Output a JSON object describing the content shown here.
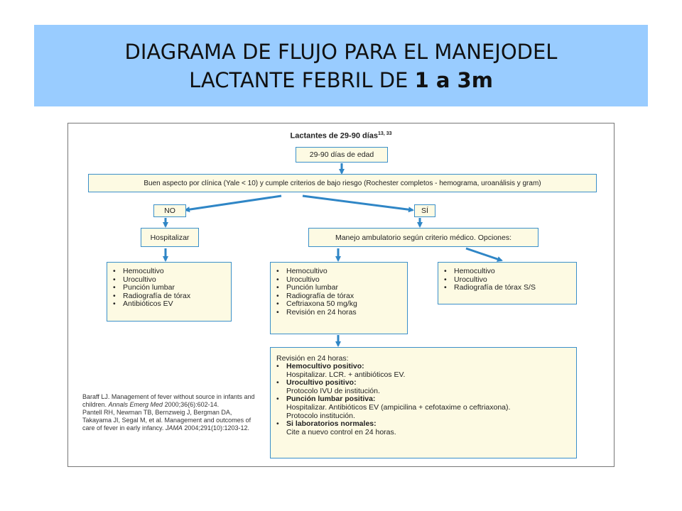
{
  "slide": {
    "title_line1": "DIAGRAMA DE FLUJO PARA EL MANEJODEL",
    "title_line2_prefix": "LACTANTE FEBRIL DE ",
    "title_line2_bold": "1 a 3m"
  },
  "figure": {
    "title": "Lactantes de 29-90 días",
    "title_sup": "13, 33",
    "age_box": "29-90 días de edad",
    "criteria_box": "Buen aspecto por clínica (Yale < 10) y cumple criterios de bajo riesgo (Rochester completos - hemograma, uroanálisis y gram)",
    "no_label": "NO",
    "si_label": "SÍ",
    "hospitalizar": "Hospitalizar",
    "manejo": "Manejo ambulatorio según criterio médico. Opciones:",
    "list_hosp": [
      "Hemocultivo",
      "Urocultivo",
      "Punción lumbar",
      "Radiografía de tórax",
      "Antibióticos EV"
    ],
    "list_opt1": [
      "Hemocultivo",
      "Urocultivo",
      "Punción lumbar",
      "Radiografía de tórax",
      "Ceftriaxona 50 mg/kg",
      "Revisión en 24 horas"
    ],
    "list_opt2": [
      "Hemocultivo",
      "Urocultivo",
      "Radiografía de tórax S/S"
    ],
    "revision": {
      "heading": "Revisión en 24 horas:",
      "items": [
        {
          "title": "Hemocultivo positivo:",
          "lines": [
            "Hospitalizar. LCR. + antibióticos EV."
          ]
        },
        {
          "title": "Urocultivo positivo:",
          "lines": [
            "Protocolo IVU de institución."
          ]
        },
        {
          "title": "Punción lumbar positiva:",
          "lines": [
            "Hospitalizar. Antibióticos EV (ampicilina + cefotaxime o ceftriaxona).",
            "Protocolo institución."
          ]
        },
        {
          "title": "Si laboratorios normales:",
          "lines": [
            "Cite a nuevo control en 24 horas."
          ]
        }
      ]
    },
    "references": {
      "ref1_text": "Baraff LJ. Management of fever without source in infants and children. ",
      "ref1_journal": "Annals Emerg Med",
      "ref1_tail": " 2000;36(6):602-14.",
      "ref2_text": "Pantell RH, Newman TB, Bernzweig J, Bergman DA, Takayama JI, Segal M, et al. Management and outcomes of care of fever in early infancy. ",
      "ref2_journal": "JAMA",
      "ref2_tail": " 2004;291(10):1203-12."
    },
    "colors": {
      "arrow": "#2f86c6",
      "box_fill": "#fdfae3",
      "banner": "#99ccff"
    }
  }
}
